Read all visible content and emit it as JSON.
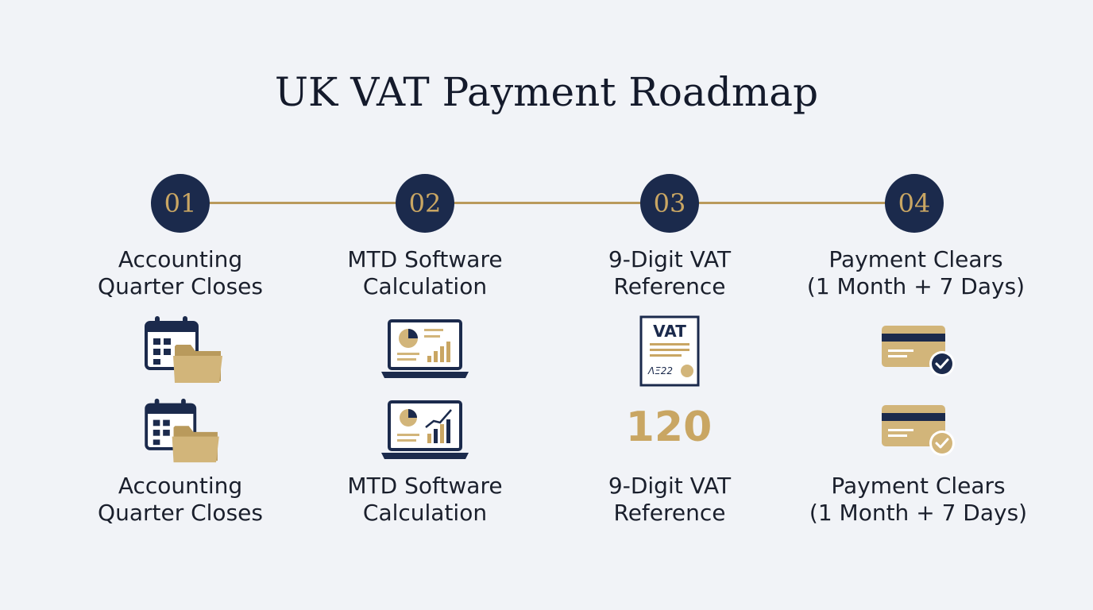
{
  "title": "UK VAT Payment Roadmap",
  "colors": {
    "navy": "#1b2a4c",
    "gold": "#c9a663",
    "background": "#f1f3f7"
  },
  "steps": [
    {
      "number": "01",
      "label_line1": "Accounting",
      "label_line2": "Quarter Closes",
      "icon": "calendar-folder-icon"
    },
    {
      "number": "02",
      "label_line1": "MTD Software",
      "label_line2": "Calculation",
      "icon": "laptop-chart-icon"
    },
    {
      "number": "03",
      "label_line1": "9-Digit VAT",
      "label_line2": "Reference",
      "icon": "vat-document-icon",
      "doc_heading": "VAT",
      "doc_signature": "ΛΞ22",
      "big_number": "120"
    },
    {
      "number": "04",
      "label_line1": "Payment Clears",
      "label_line2": "(1 Month + 7 Days)",
      "icon": "credit-card-check-icon"
    }
  ]
}
